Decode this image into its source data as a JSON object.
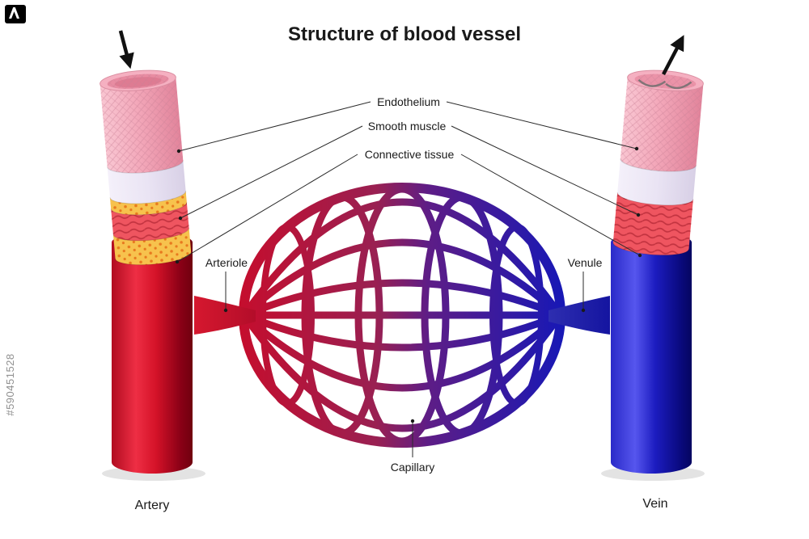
{
  "title": "Structure of blood vessel",
  "watermark": {
    "id_text": "#590451528"
  },
  "labels": {
    "endothelium": "Endothelium",
    "smooth_muscle": "Smooth muscle",
    "connective_tissue": "Connective tissue",
    "arteriole": "Arteriole",
    "venule": "Venule",
    "capillary": "Capillary",
    "artery": "Artery",
    "vein": "Vein"
  },
  "colors": {
    "artery_red": "#d41228",
    "vein_blue": "#1c1cc0",
    "capillary_left": "#c40e2e",
    "capillary_right": "#1818b5",
    "endothelium_pink": "#f3a8ba",
    "smooth_muscle_red": "#ef5560",
    "connective_yellow": "#f7c24d",
    "label_dark": "#1a1a1a",
    "watermark_gray": "#909090"
  }
}
